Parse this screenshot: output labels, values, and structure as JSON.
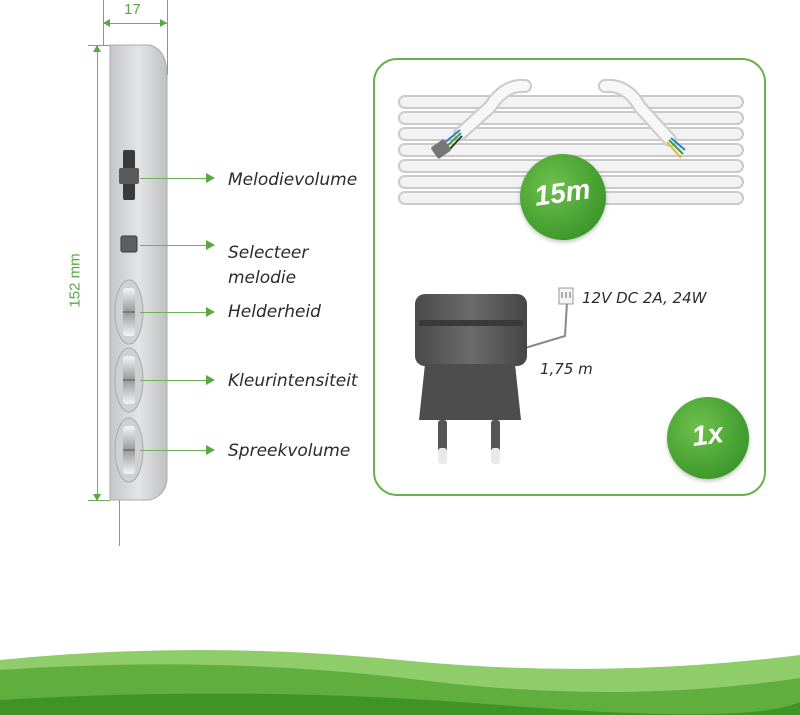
{
  "dimensions": {
    "width_label": "17",
    "height_label": "152 mm"
  },
  "controls": [
    {
      "label": "Melodievolume"
    },
    {
      "label": "Selecteer\nmelodie"
    },
    {
      "label": "Helderheid"
    },
    {
      "label": "Kleurintensiteit"
    },
    {
      "label": "Spreekvolume"
    }
  ],
  "accessories": {
    "cable_badge": "15m",
    "adapter_spec": "12V DC 2A, 24W",
    "adapter_cable_length": "1,75 m",
    "quantity_badge": "1x"
  },
  "colors": {
    "accent_green": "#5aa845",
    "panel_border": "#6ab04c",
    "device_gray": "#d4d5d7"
  }
}
